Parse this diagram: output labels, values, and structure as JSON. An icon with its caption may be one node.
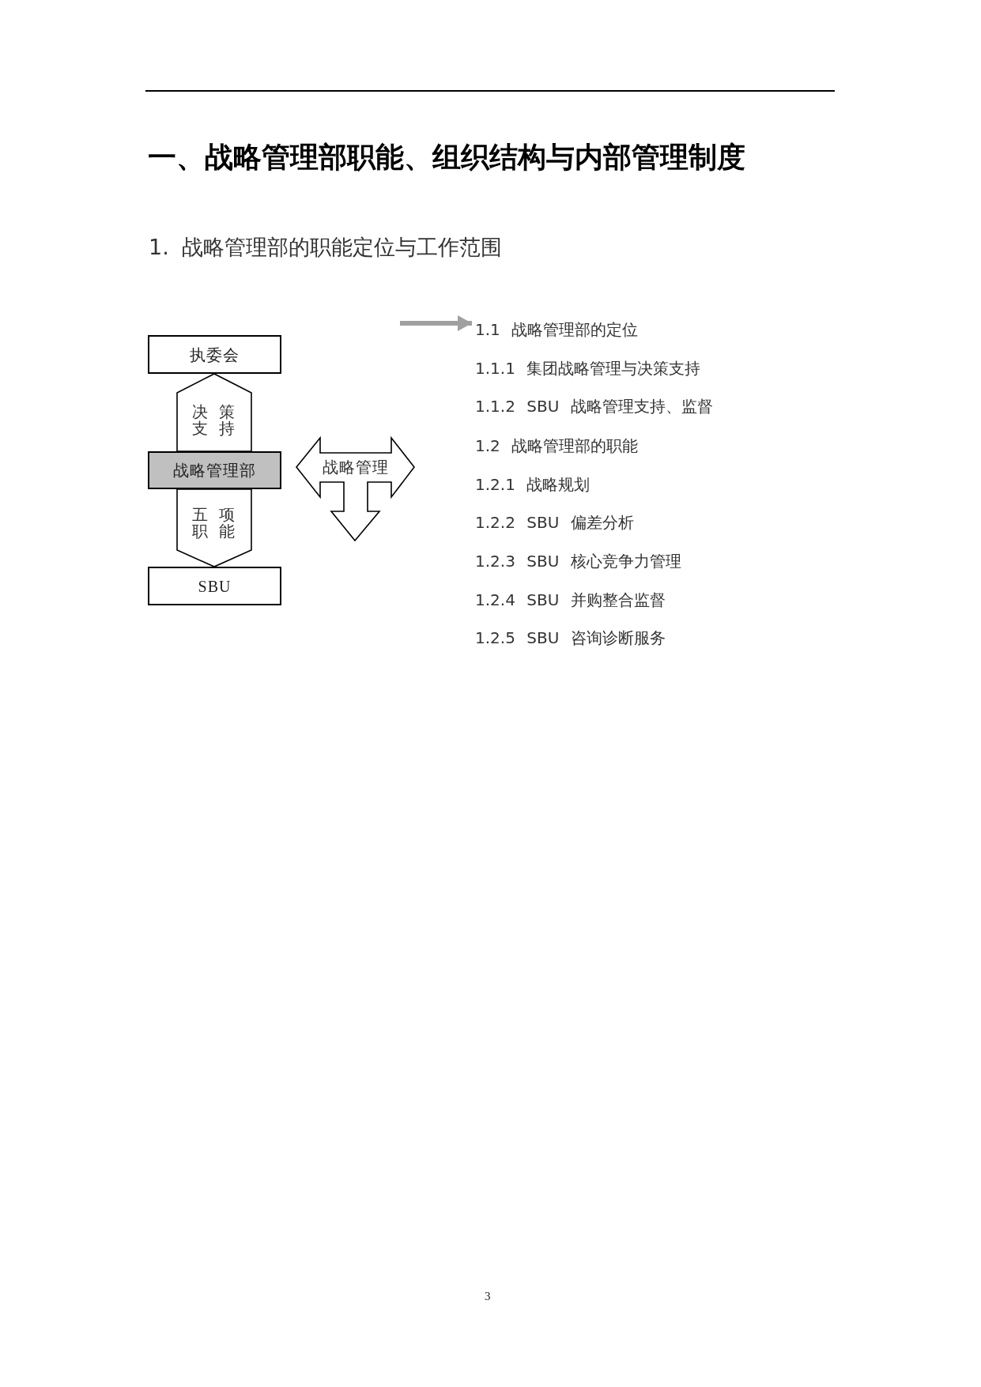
{
  "diagram": {
    "title": "一、战略管理部职能、组织结构与内部管理制度",
    "nodes": [
      {
        "text": [
          "执委会"
        ]
      },
      {
        "text": [
          "战略管理部"
        ]
      },
      {
        "text": [
          "SBU"
        ]
      },
      {
        "text": [
          "战略管理"
        ]
      },
      {
        "text": [
          "1.1 战略管理部的定位"
        ]
      }
    ],
    "edges": [
      {
        "from": 1,
        "to": 0,
        "arrow": "to",
        "label": "决策支持"
      },
      {
        "from": 1,
        "to": 2,
        "arrow": "to",
        "label": "五项职能"
      },
      {
        "from": null,
        "to": 4,
        "arrow": "to",
        "color": "#a0a0a0"
      }
    ],
    "labels": [
      "1. 战略管理部的职能定位与工作范围",
      "1.1.1 集团战略管理与决策支持",
      "1.1.2 SBU 战略管理支持、监督",
      "1.2 战略管理部的职能",
      "1.2.1 战略规划",
      "1.2.2 SBU 偏差分析",
      "1.2.3 SBU 核心竞争力管理",
      "1.2.4 SBU 并购整合监督",
      "1.2.5 SBU 咨询诊断服务",
      "3"
    ]
  }
}
